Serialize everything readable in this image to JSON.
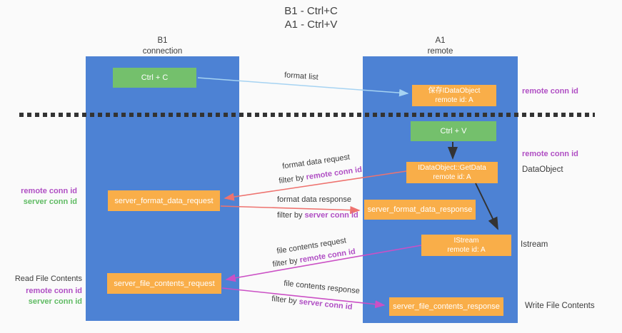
{
  "title": {
    "line1": "B1 - Ctrl+C",
    "line2": "A1 - Ctrl+V"
  },
  "lanes": {
    "left": {
      "title": "B1",
      "subtitle": "connection"
    },
    "right": {
      "title": "A1",
      "subtitle": "remote"
    }
  },
  "boxes": {
    "ctrl_c": {
      "label": "Ctrl + C"
    },
    "ctrl_v": {
      "label": "Ctrl + V"
    },
    "save_idataobject": {
      "line1": "保存IDataObject",
      "line2": "remote id: A"
    },
    "getdata": {
      "line1": "IDataObject::GetData",
      "line2": "remote id: A"
    },
    "istream": {
      "line1": "IStream",
      "line2": "remote id: A"
    },
    "format_data_request": {
      "label": "server_format_data_request"
    },
    "format_data_response": {
      "label": "server_format_data_response"
    },
    "file_contents_request": {
      "label": "server_file_contents_request"
    },
    "file_contents_response": {
      "label": "server_file_contents_response"
    }
  },
  "flow_labels": {
    "format_list": "format list",
    "format_data_request": "format data request",
    "format_data_response": "format data response",
    "file_contents_request": "file contents request",
    "file_contents_response": "file contents response",
    "filter_by": "filter by",
    "remote_conn_id": "remote conn id",
    "server_conn_id": "server conn id"
  },
  "side_labels": {
    "dataobject": "DataObject",
    "istream": "Istream",
    "read_file_contents": "Read File Contents",
    "write_file_contents": "Write File Contents"
  },
  "colors": {
    "lane_blue": "#4d82d4",
    "box_orange": "#f9ae49",
    "box_green": "#74c06c",
    "arrow_blue": "#a6d3f2",
    "arrow_salmon": "#ee736f",
    "arrow_magenta": "#cb50c5",
    "arrow_black": "#333333",
    "label_purple": "#b04fc4",
    "label_green": "#5fbb63"
  }
}
